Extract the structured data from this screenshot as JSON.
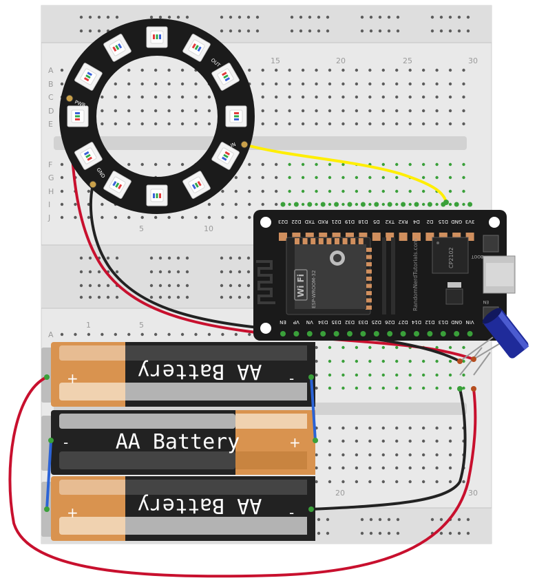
{
  "breadboard": {
    "row_labels": [
      "A",
      "B",
      "C",
      "D",
      "E",
      "F",
      "G",
      "H",
      "I",
      "J"
    ],
    "column_numbers_top": [
      "15",
      "20",
      "25",
      "30"
    ],
    "column_numbers_bottom": [
      "5",
      "10"
    ],
    "column_numbers_lower_board": [
      "1",
      "5",
      "20",
      "30"
    ]
  },
  "neopixel_ring": {
    "pin_labels": {
      "pwr": "PWR",
      "gnd": "GND",
      "in": "IN",
      "out": "OUT"
    }
  },
  "esp32": {
    "top_pins": [
      "D23",
      "D22",
      "TXD",
      "RXD",
      "D21",
      "D19",
      "D18",
      "D5",
      "TX2",
      "RX2",
      "D4",
      "D2",
      "D15",
      "GND",
      "3V3"
    ],
    "bottom_pins": [
      "EN",
      "VP",
      "VN",
      "D34",
      "D35",
      "D32",
      "D33",
      "D25",
      "D26",
      "D27",
      "D14",
      "D12",
      "D13",
      "GND",
      "VIN"
    ],
    "module_label": "ESP-WROOM-32",
    "wifi_label": "Wi Fi",
    "chip_label": "CP2102",
    "boot_label": "BOOT",
    "en_label": "EN",
    "website": "RandomNerdTutorials.com"
  },
  "batteries": [
    {
      "label": "AA Battery",
      "plus": "+",
      "minus": "-"
    },
    {
      "label": "AA Battery",
      "plus": "+",
      "minus": "-"
    },
    {
      "label": "AA Battery",
      "plus": "+",
      "minus": "-"
    }
  ],
  "colors": {
    "wire_red": "#c8102e",
    "wire_black": "#222222",
    "wire_yellow": "#ffee00",
    "wire_blue": "#2b63d6",
    "board": "#e6e6e6",
    "board_strip": "#d5d5d5",
    "hole": "#5c5c5c",
    "hole_connected": "#3aa03a",
    "pcb": "#1a1a1a",
    "pad": "#d08f5e",
    "battery_copper": "#d9934f",
    "capacitor": "#1f2b9a"
  }
}
